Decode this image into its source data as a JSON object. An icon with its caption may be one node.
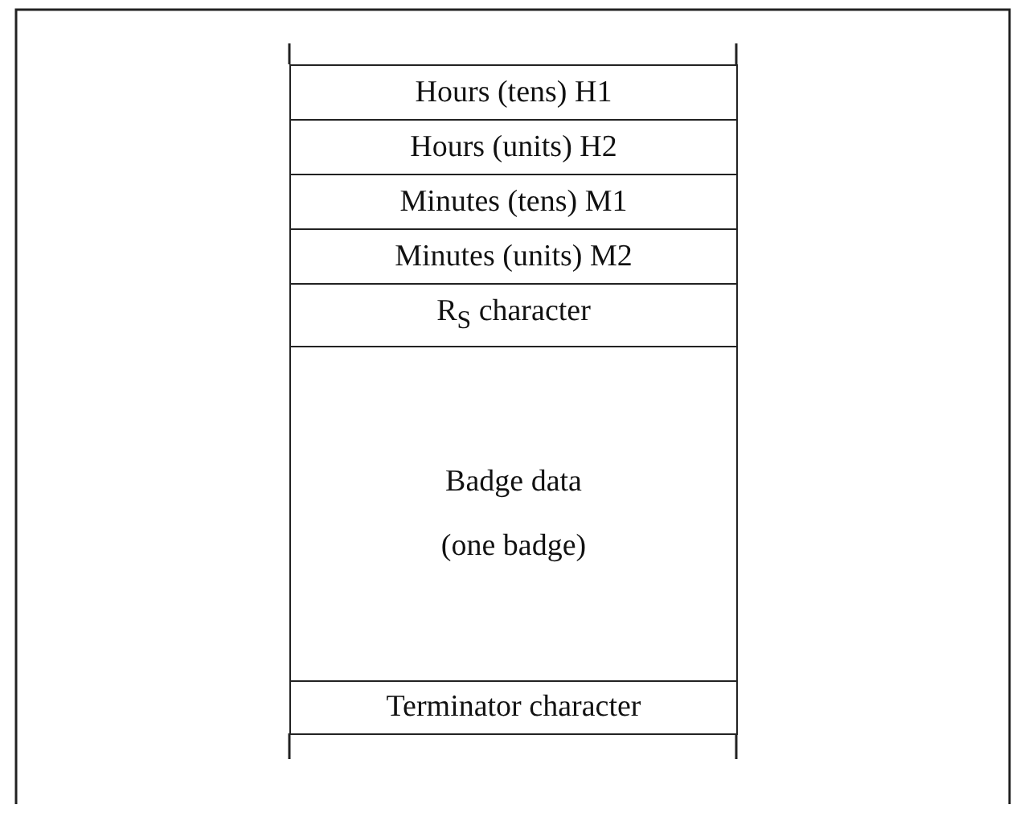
{
  "diagram": {
    "nodes": [
      {
        "text": [
          "Hours (tens) H1"
        ]
      },
      {
        "text": [
          "Hours (units) H2"
        ]
      },
      {
        "text": [
          "Minutes (tens) M1"
        ]
      },
      {
        "text": [
          "Minutes (units) M2"
        ]
      },
      {
        "text": [
          "R$_{S}$ character"
        ]
      },
      {
        "text": [
          "Badge data (one badge)"
        ]
      },
      {
        "text": [
          "Terminator character"
        ]
      }
    ]
  }
}
